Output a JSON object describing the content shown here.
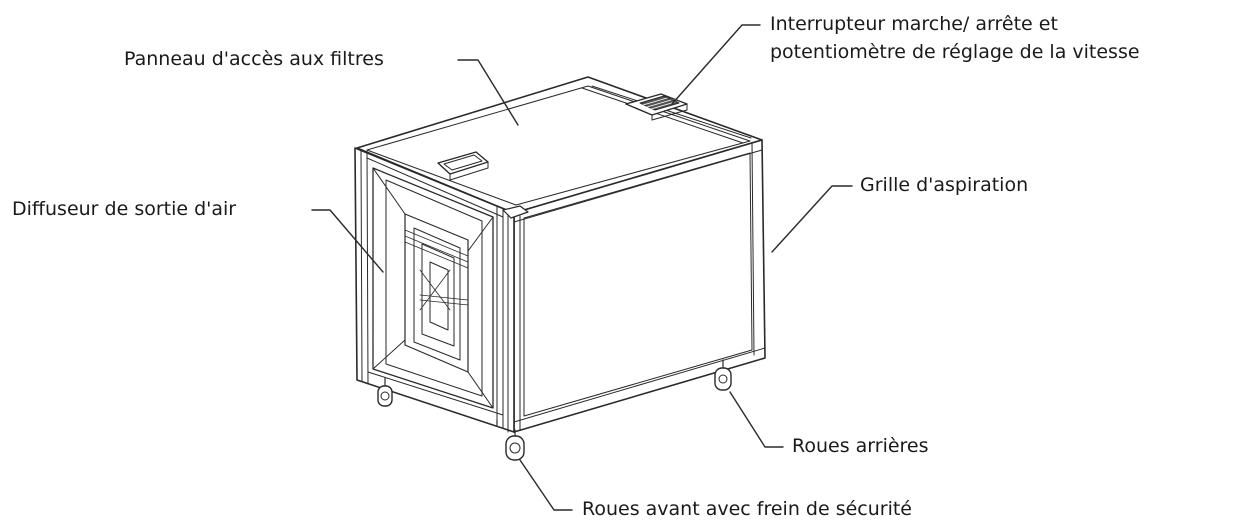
{
  "labels": {
    "filter_panel": "Panneau d'accès aux filtres",
    "switch_line1": "Interrupteur marche/ arrête et",
    "switch_line2": "potentiomètre de réglage de la vitesse",
    "diffuser": "Diffuseur de sortie d'air",
    "intake_grille": "Grille d'aspiration",
    "rear_wheels": "Roues arrières",
    "front_wheels": "Roues avant avec frein de sécurité"
  },
  "colors": {
    "line": "#2a2a2a",
    "text": "#1a1a1a",
    "background": "#ffffff"
  }
}
